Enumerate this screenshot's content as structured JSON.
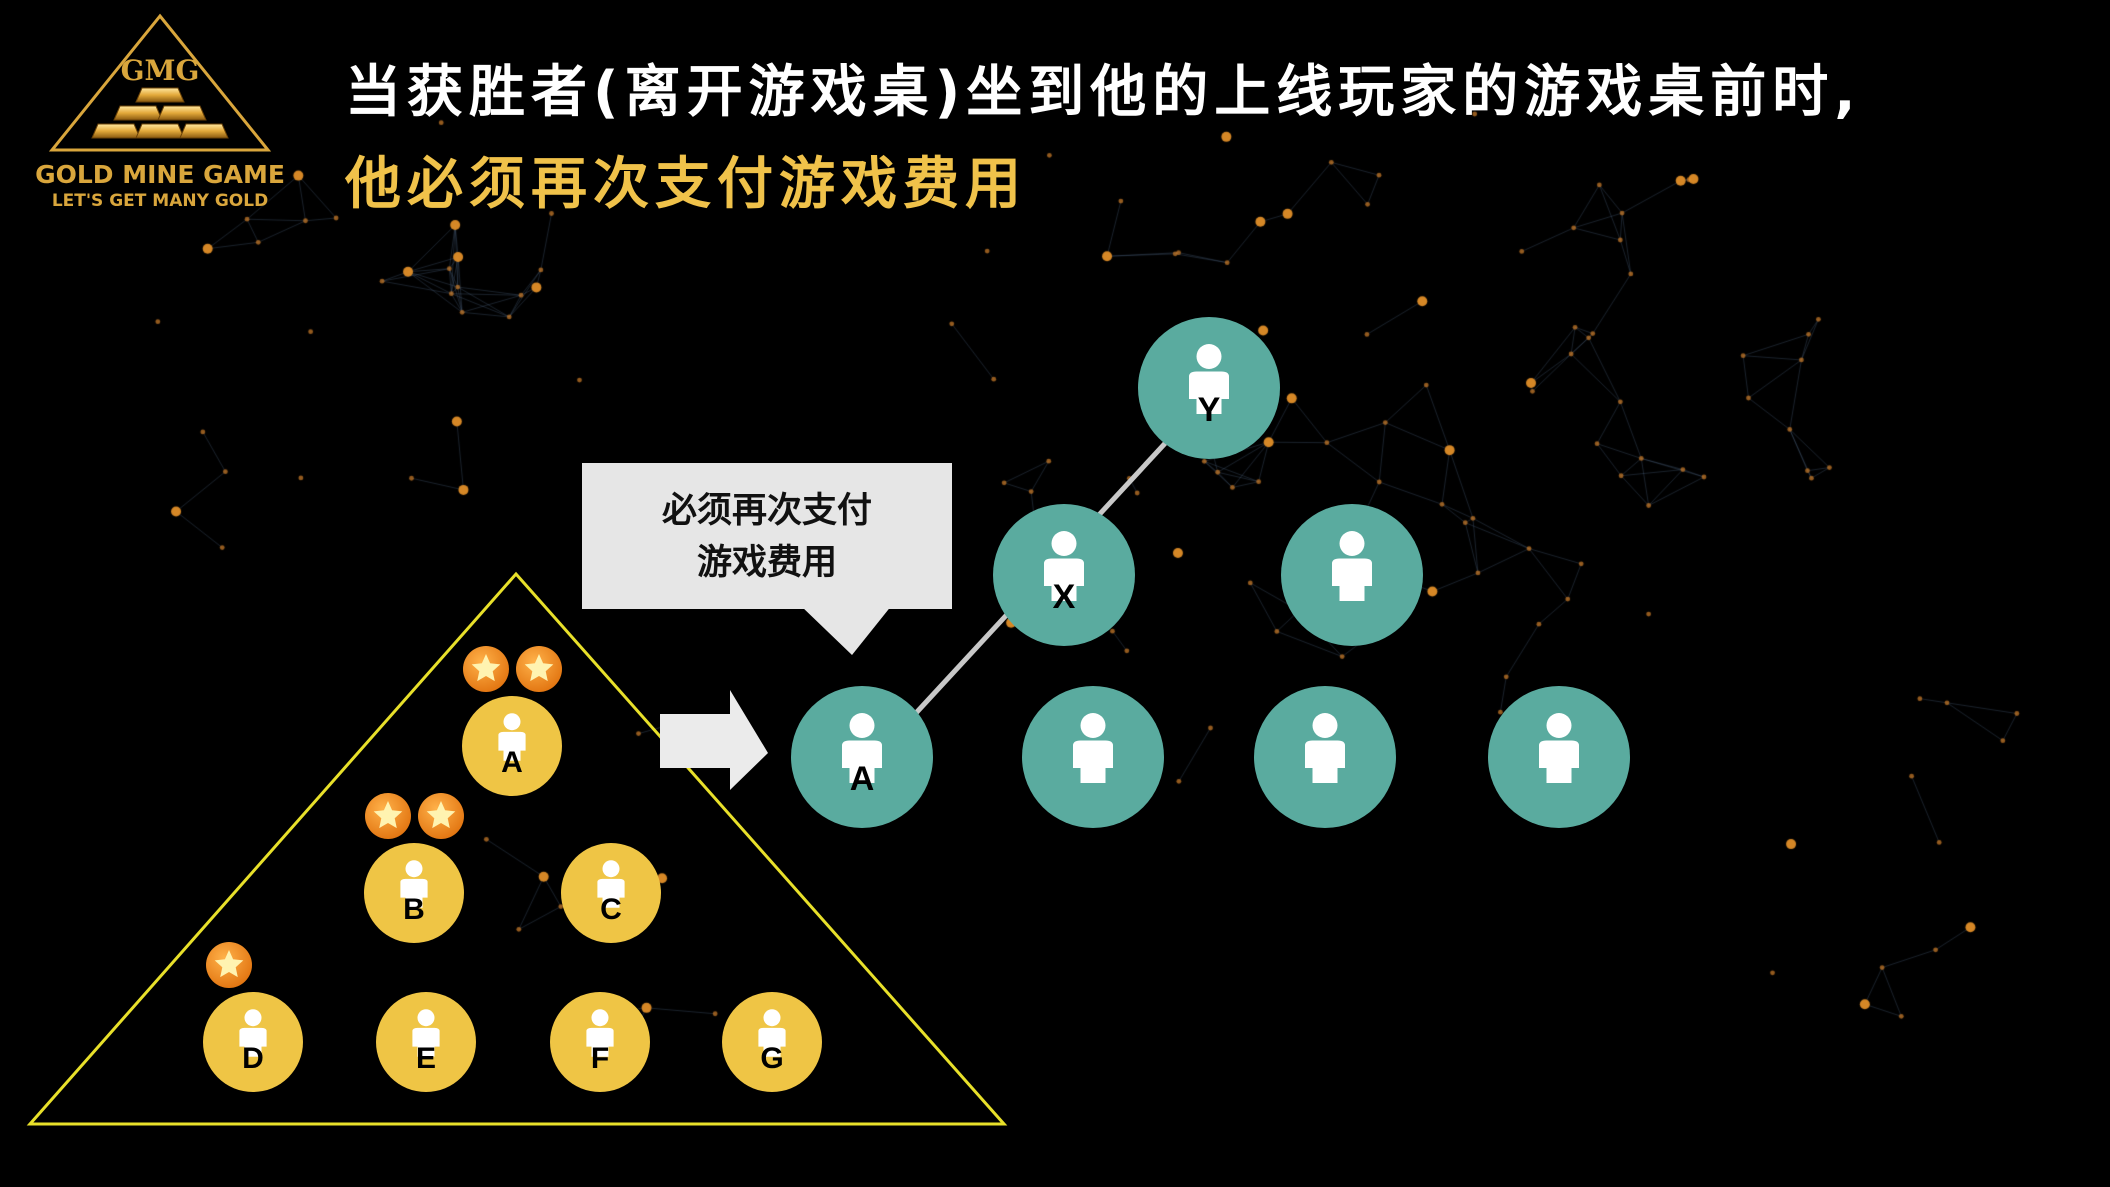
{
  "logo": {
    "monogram": "GMG",
    "name": "GOLD MINE GAME",
    "tagline": "LET'S GET MANY GOLD"
  },
  "headline": {
    "line1": "当获胜者(离开游戏桌)坐到他的上线玩家的游戏桌前时,",
    "line2": "他必须再次支付游戏费用"
  },
  "callout": {
    "line1": "必须再次支付",
    "line2": "游戏费用"
  },
  "colors": {
    "gold": "#efc545",
    "teal": "#5aab9f",
    "triangle": "#e8e02a",
    "star": "#ef8c1d",
    "accent_text": "#f0c24a"
  },
  "pyramid": {
    "nodes": [
      {
        "label": "A",
        "stars": 2
      },
      {
        "label": "B",
        "stars": 2
      },
      {
        "label": "C",
        "stars": 0
      },
      {
        "label": "D",
        "stars": 1
      },
      {
        "label": "E",
        "stars": 0
      },
      {
        "label": "F",
        "stars": 0
      },
      {
        "label": "G",
        "stars": 0
      }
    ]
  },
  "network": {
    "nodes": [
      {
        "label": "Y"
      },
      {
        "label": "X"
      },
      {
        "label": ""
      },
      {
        "label": "A"
      },
      {
        "label": ""
      },
      {
        "label": ""
      },
      {
        "label": ""
      }
    ]
  }
}
